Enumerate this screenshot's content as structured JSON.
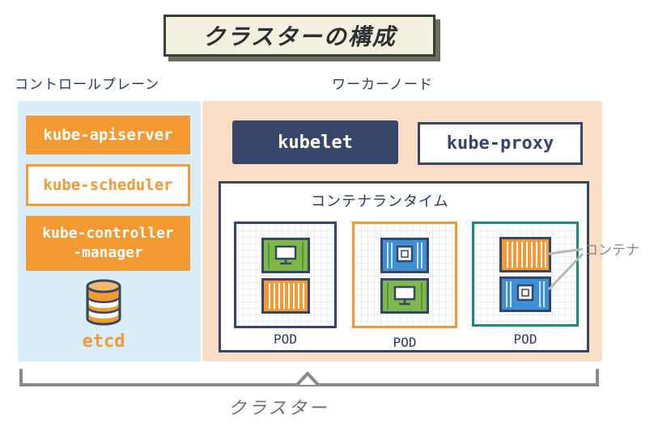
{
  "title": "クラスターの構成",
  "control_plane": {
    "heading": "コントロールプレーン",
    "components": [
      "kube-apiserver",
      "kube-scheduler",
      "kube-controller",
      "-manager"
    ],
    "etcd_label": "etcd"
  },
  "worker_node": {
    "heading": "ワーカーノード",
    "kubelet": "kubelet",
    "kube_proxy": "kube-proxy",
    "runtime_label": "コンテナランタイム",
    "pods": [
      {
        "label": "POD",
        "border_color": "#374668",
        "containers": [
          "green-monitor",
          "orange-stripes"
        ]
      },
      {
        "label": "POD",
        "border_color": "#f39a33",
        "containers": [
          "blue-chip",
          "green-monitor"
        ]
      },
      {
        "label": "POD",
        "border_color": "#1e8a78",
        "containers": [
          "orange-stripes",
          "blue-chip"
        ]
      }
    ],
    "container_callout": "コンテナ"
  },
  "cluster_label": "クラスター",
  "colors": {
    "orange": "#f39a33",
    "navy": "#374668",
    "teal": "#1e8a78",
    "green": "#7cb84a",
    "blue": "#3d8fd6",
    "control_plane_bg": "#d9eef9",
    "worker_bg": "#f9ddc6"
  }
}
